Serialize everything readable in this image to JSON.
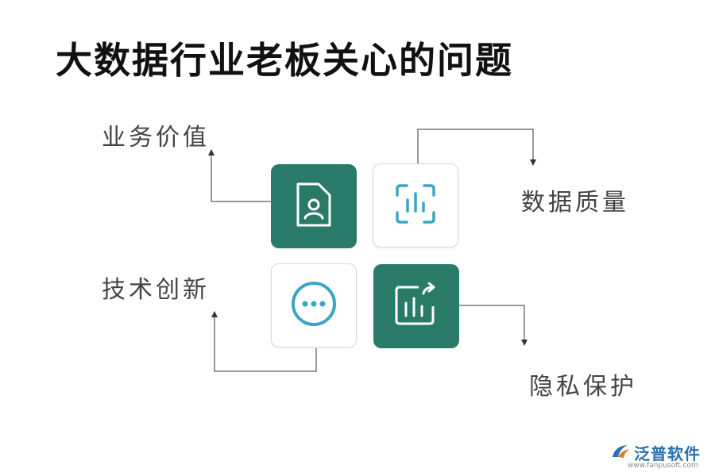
{
  "title": "大数据行业老板关心的问题",
  "labels": {
    "top_left": "业务价值",
    "top_right": "数据质量",
    "bottom_left": "技术创新",
    "bottom_right": "隐私保护"
  },
  "icons": {
    "top_left": "document-person-icon",
    "top_right": "scan-chart-icon",
    "bottom_left": "more-dots-icon",
    "bottom_right": "chart-share-icon"
  },
  "colors": {
    "dark_tile": "#2a7a6a",
    "icon_blue": "#3aa6c2",
    "line": "#333333"
  },
  "watermark": {
    "brand": "泛普软件",
    "url": "www.fanpusoft.com"
  }
}
